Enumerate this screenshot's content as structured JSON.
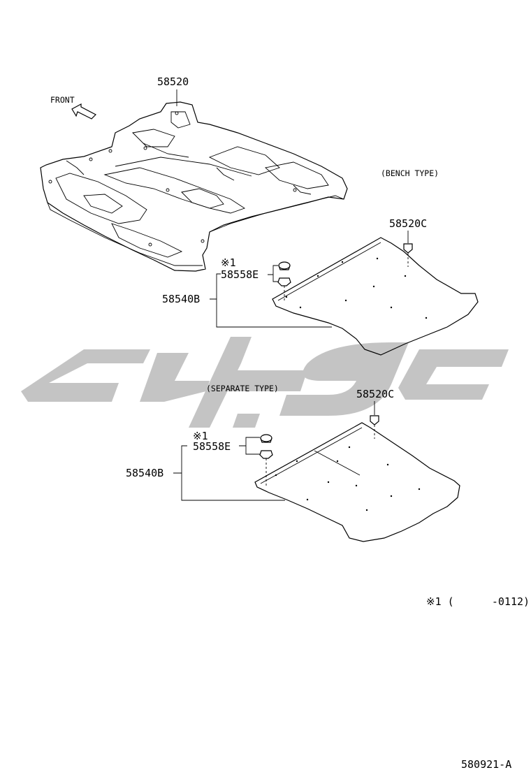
{
  "labels": {
    "front": "FRONT",
    "carpet_main": "58520",
    "bench_type": "(BENCH TYPE)",
    "bench_mat_part": "58520C",
    "bench_note_mark": "※1",
    "bench_clip_part": "58558E",
    "bench_mat_b_part": "58540B",
    "separate_type": "(SEPARATE TYPE)",
    "separate_mat_part": "58520C",
    "separate_note_mark": "※1",
    "separate_clip_part": "58558E",
    "separate_mat_b_part": "58540B",
    "footnote": "※1 (      -0112)",
    "diagram_code": "580921-A"
  },
  "colors": {
    "line": "#000000",
    "watermark": "#c4c4c4",
    "background": "#ffffff"
  },
  "icons": {
    "front_arrow": "arrow-up-left-icon",
    "watermark": "logo-watermark"
  }
}
